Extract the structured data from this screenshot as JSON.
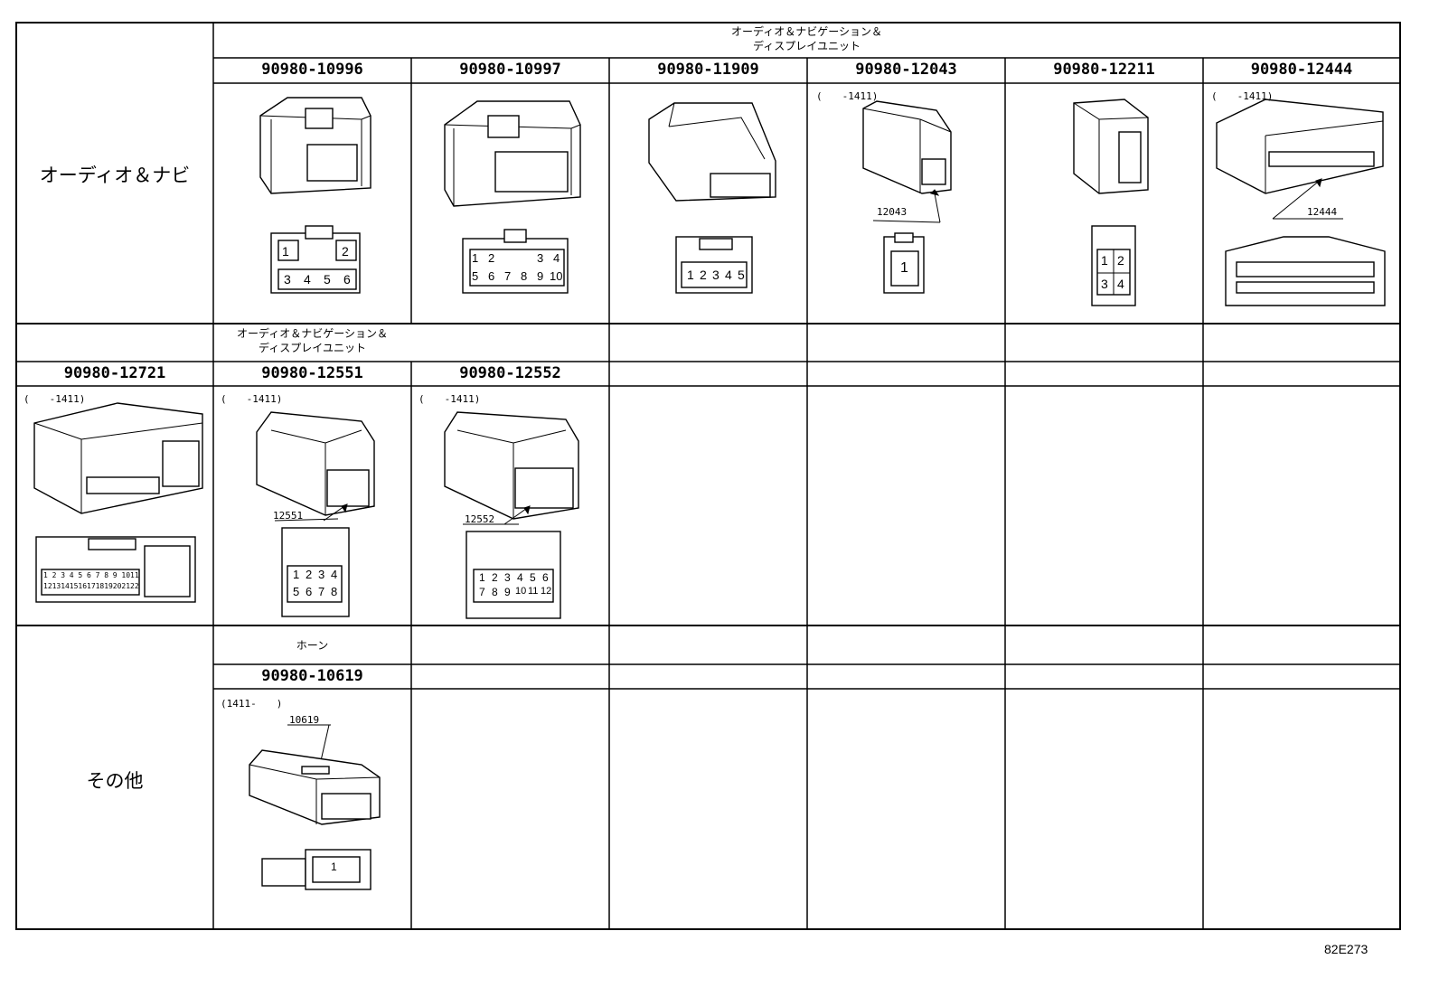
{
  "figure_id": "82E273",
  "sections": [
    {
      "category": "オーディオ＆ナビ",
      "group_label_line1": "オーディオ＆ナビゲーション＆",
      "group_label_line2": "ディスプレイユニット",
      "connectors": [
        {
          "part": "90980-10996",
          "note": "",
          "tag": "",
          "pins": [
            "1",
            "2",
            "3",
            "4",
            "5",
            "6"
          ]
        },
        {
          "part": "90980-10997",
          "note": "",
          "tag": "",
          "pins": [
            "1",
            "2",
            "3",
            "4",
            "5",
            "6",
            "7",
            "8",
            "9",
            "10"
          ]
        },
        {
          "part": "90980-11909",
          "note": "",
          "tag": "",
          "pins": [
            "1",
            "2",
            "3",
            "4",
            "5"
          ]
        },
        {
          "part": "90980-12043",
          "note": "(　　-1411)",
          "tag": "12043",
          "pins": [
            "1"
          ]
        },
        {
          "part": "90980-12211",
          "note": "",
          "tag": "",
          "pins": [
            "1",
            "2",
            "3",
            "4"
          ]
        },
        {
          "part": "90980-12444",
          "note": "(　　-1411)",
          "tag": "12444",
          "pins": []
        }
      ]
    },
    {
      "group_label_line1": "オーディオ＆ナビゲーション＆",
      "group_label_line2": "ディスプレイユニット",
      "connectors": [
        {
          "part": "90980-12721",
          "note": "(　　-1411)",
          "tag": "",
          "pins": [
            "1",
            "2",
            "3",
            "4",
            "5",
            "6",
            "7",
            "8",
            "9",
            "10",
            "11",
            "12",
            "13",
            "14",
            "15",
            "16",
            "17",
            "18",
            "19",
            "20",
            "21",
            "22"
          ]
        },
        {
          "part": "90980-12551",
          "note": "(　　-1411)",
          "tag": "12551",
          "pins": [
            "1",
            "2",
            "3",
            "4",
            "5",
            "6",
            "7",
            "8"
          ]
        },
        {
          "part": "90980-12552",
          "note": "(　　-1411)",
          "tag": "12552",
          "pins": [
            "1",
            "2",
            "3",
            "4",
            "5",
            "6",
            "7",
            "8",
            "9",
            "10",
            "11",
            "12"
          ]
        }
      ]
    },
    {
      "category": "その他",
      "group_label": "ホーン",
      "connectors": [
        {
          "part": "90980-10619",
          "note": "(1411-　　)",
          "tag": "10619",
          "pins": [
            "1"
          ]
        }
      ]
    }
  ]
}
